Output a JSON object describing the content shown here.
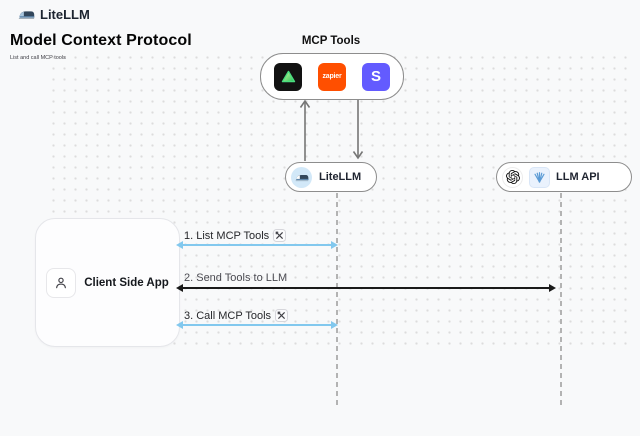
{
  "header": {
    "brand": "LiteLLM",
    "title": "Model Context Protocol",
    "subtitle": "List and call MCP tools"
  },
  "mcp_tools": {
    "label": "MCP Tools",
    "icons": [
      {
        "name": "composio-icon",
        "label": "",
        "bg": "#121212"
      },
      {
        "name": "zapier-icon",
        "label": "zapier",
        "bg": "#FF4F00"
      },
      {
        "name": "stripe-icon",
        "label": "S",
        "bg": "#635BFF"
      }
    ]
  },
  "nodes": {
    "litellm": {
      "label": "LiteLLM"
    },
    "llm_api": {
      "label": "LLM API"
    },
    "client": {
      "label": "Client Side App"
    }
  },
  "arrows": [
    {
      "label": "1. List MCP Tools",
      "color": "#82c8ee",
      "tools_icon": true
    },
    {
      "label": "2. Send Tools to LLM",
      "color": "#1a1a1a",
      "tools_icon": false
    },
    {
      "label": "3. Call MCP Tools",
      "color": "#82c8ee",
      "tools_icon": true
    }
  ],
  "colors": {
    "background": "#f8f9fa",
    "blue_arrow": "#82c8ee",
    "black_arrow": "#1a1a1a",
    "zapier": "#FF4F00",
    "stripe": "#635BFF",
    "lifeline": "#b3b3b3"
  }
}
